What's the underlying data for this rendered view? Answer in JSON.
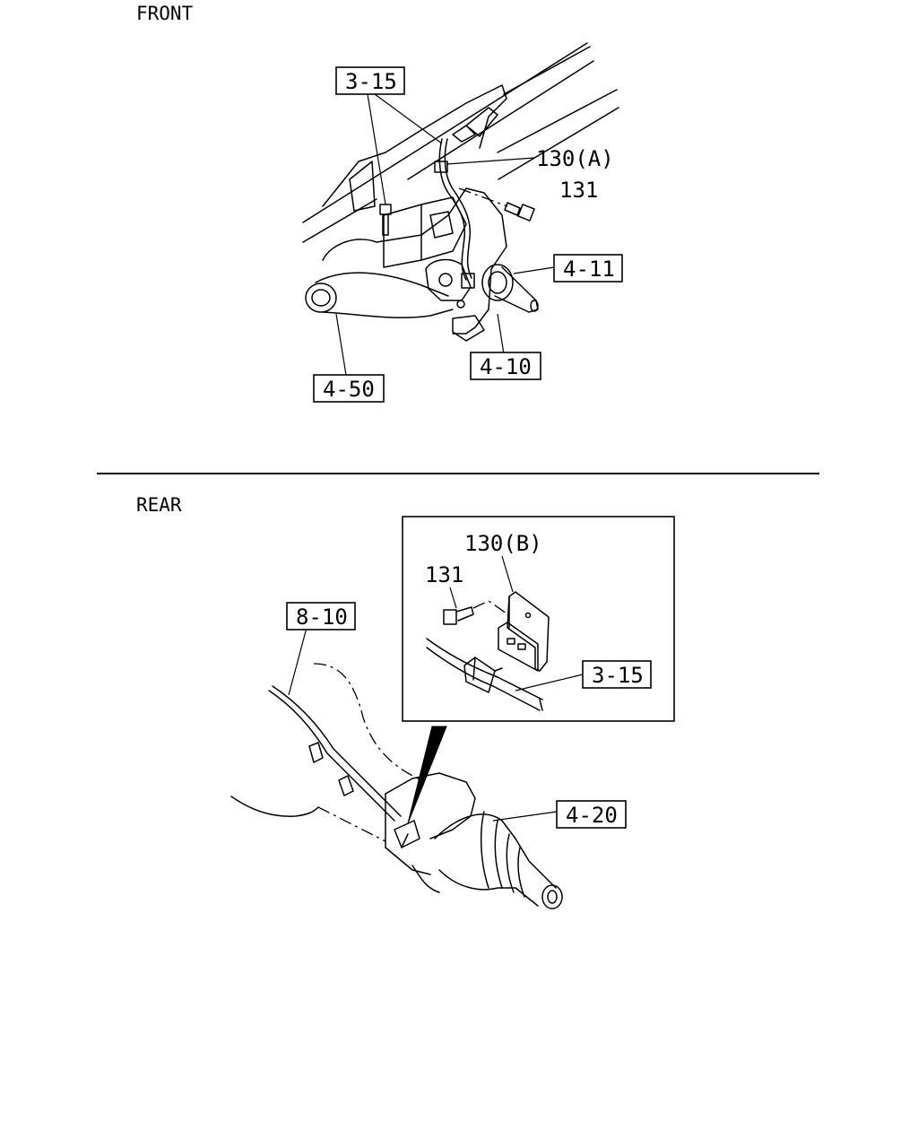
{
  "sections": {
    "front": "FRONT",
    "rear": "REAR"
  },
  "callouts": {
    "front_3_15": "3-15",
    "front_130a": "130(A)",
    "front_131": "131",
    "front_4_11": "4-11",
    "front_4_10": "4-10",
    "front_4_50": "4-50",
    "rear_130b": "130(B)",
    "rear_131": "131",
    "rear_8_10": "8-10",
    "rear_3_15": "3-15",
    "rear_4_20": "4-20"
  }
}
